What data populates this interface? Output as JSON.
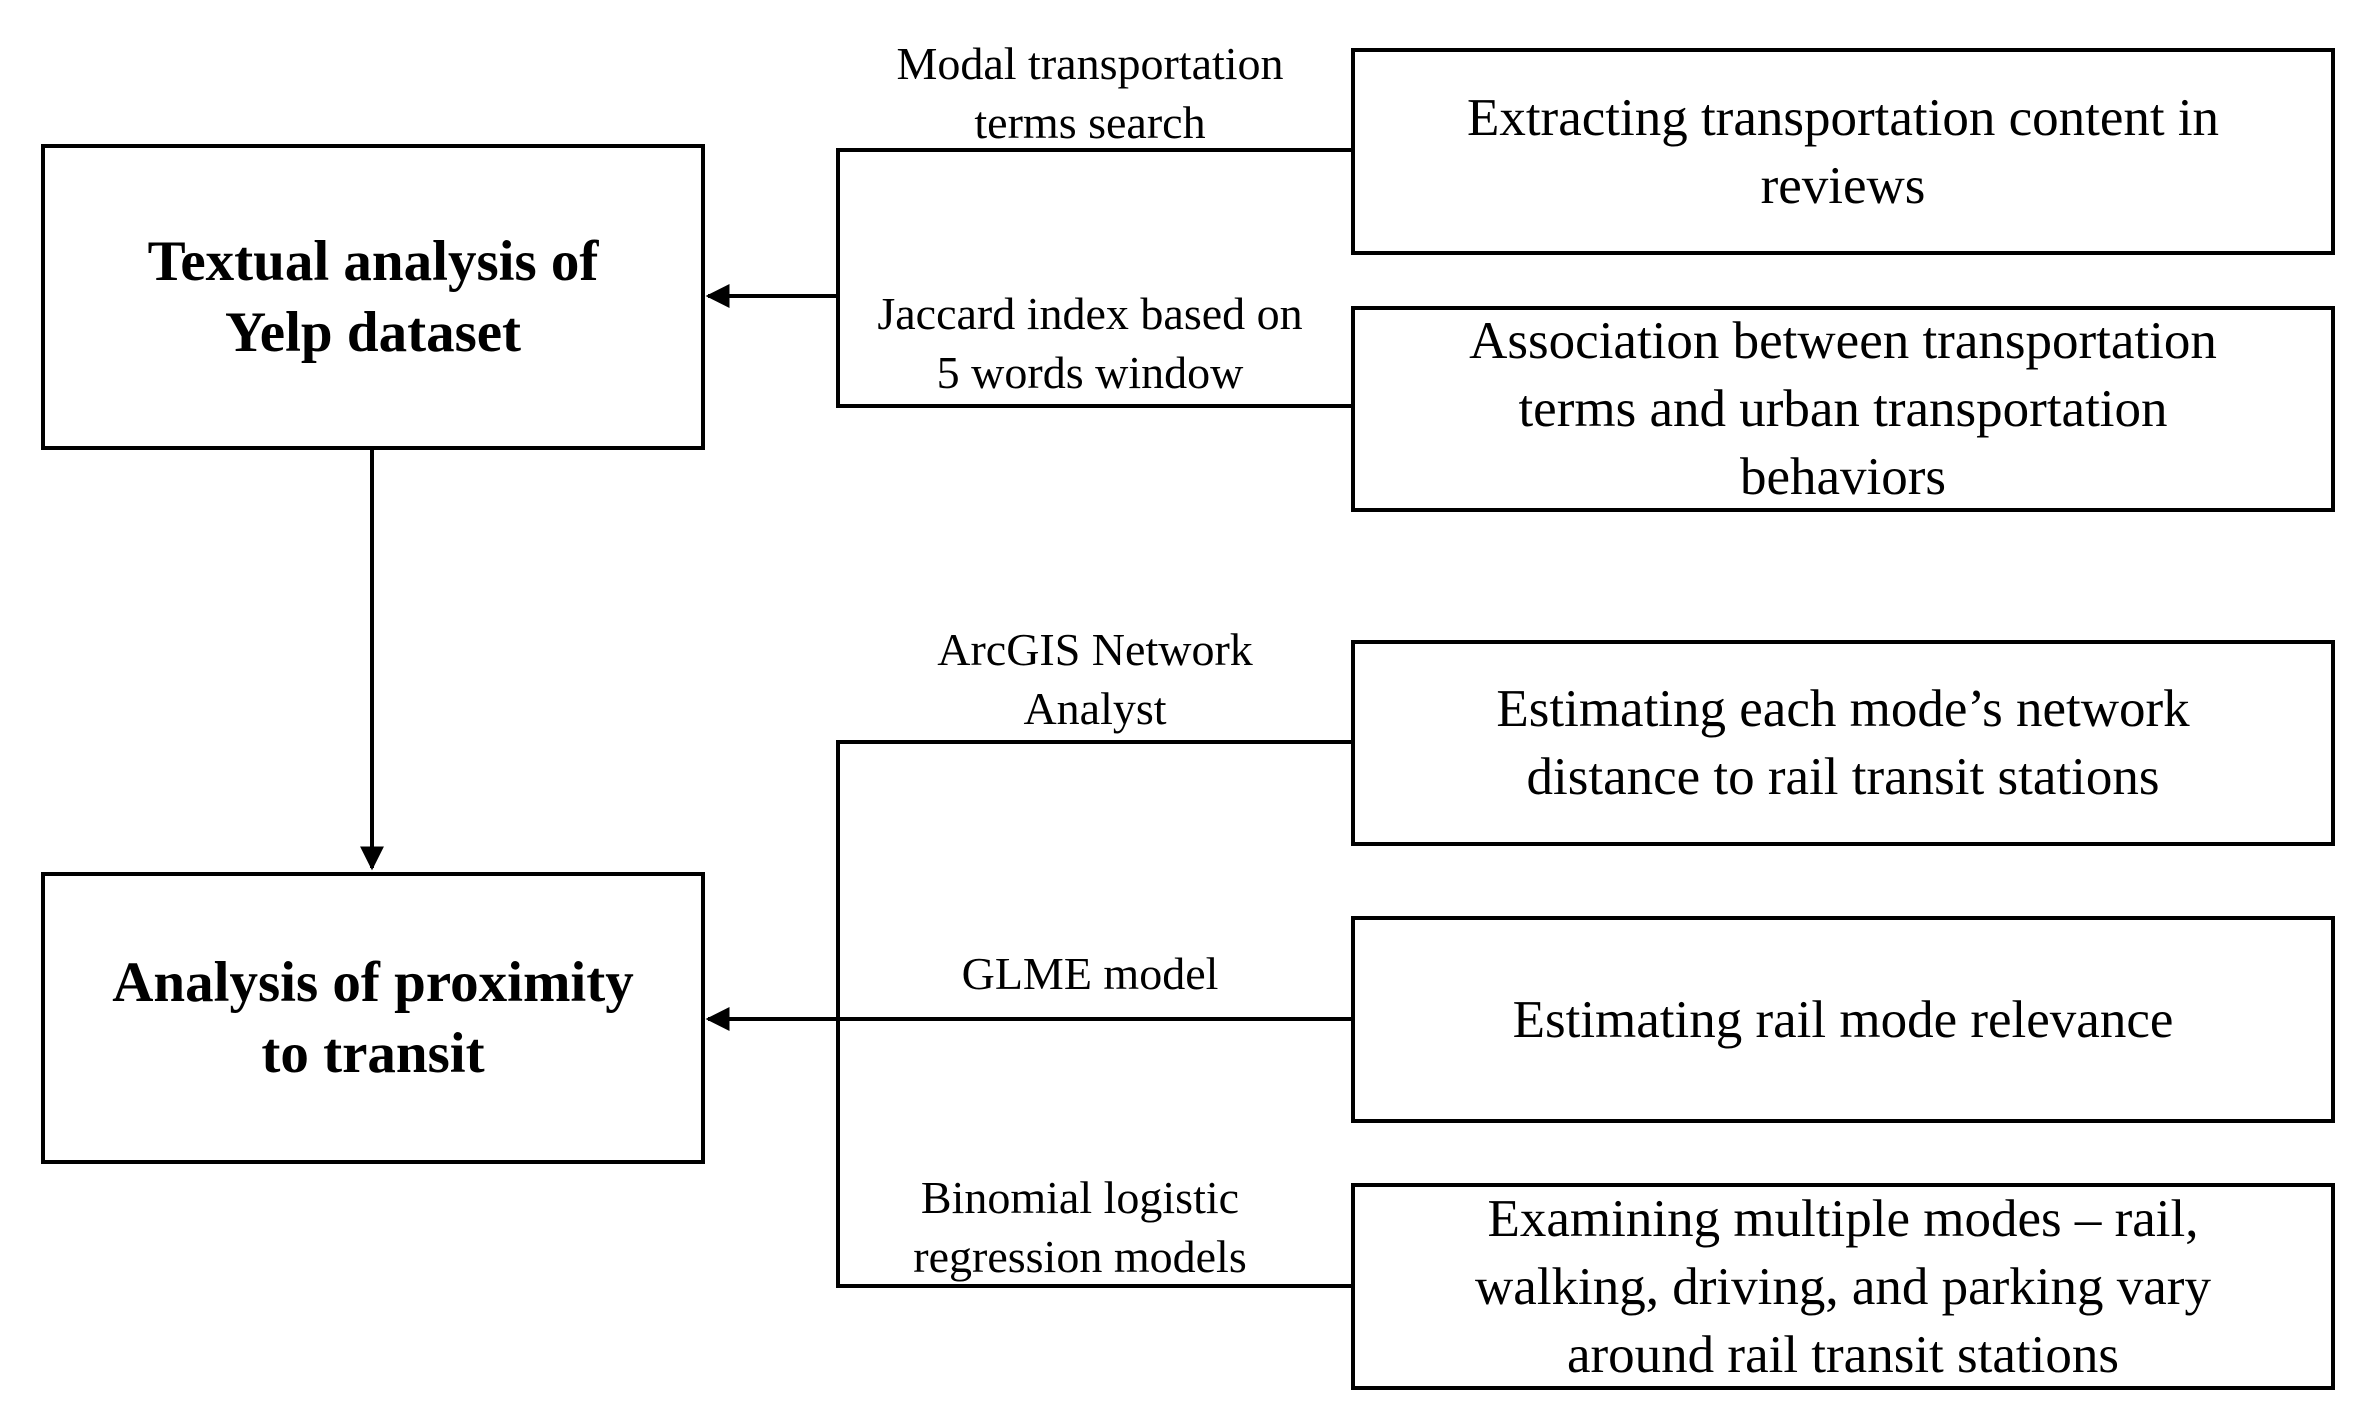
{
  "main_boxes": {
    "textual": "Textual analysis of Yelp dataset",
    "proximity": "Analysis of proximity to transit"
  },
  "top_group": {
    "labels": [
      "Modal transportation\nterms search",
      "Jaccard index based on\n5 words window"
    ],
    "boxes": [
      "Extracting transportation content in reviews",
      "Association between transportation terms and urban transportation behaviors"
    ]
  },
  "bottom_group": {
    "labels": [
      "ArcGIS Network\nAnalyst",
      "GLME model",
      "Binomial logistic\nregression models"
    ],
    "boxes": [
      "Estimating each mode’s network distance to rail transit stations",
      "Estimating rail mode relevance",
      "Examining multiple modes – rail, walking, driving, and parking vary around rail transit stations"
    ]
  },
  "colors": {
    "line": "#000000",
    "background": "#ffffff"
  }
}
